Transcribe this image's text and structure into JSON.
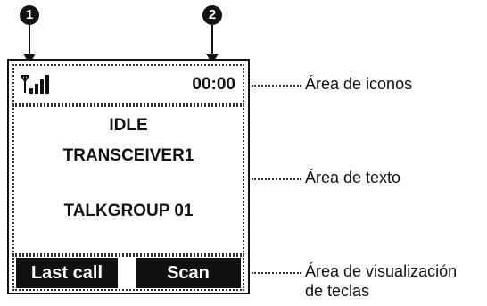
{
  "callouts": {
    "marker_1": "1",
    "marker_2": "2"
  },
  "screen": {
    "icon_area": {
      "signal_icon": "antenna-signal-bars-icon",
      "time": "00:00"
    },
    "text_area": {
      "line_1": "IDLE",
      "line_2": "TRANSCEIVER1",
      "line_3": "TALKGROUP 01"
    },
    "softkey_area": {
      "left_key": "Last call",
      "right_key": "Scan"
    }
  },
  "labels": {
    "icon_area": "Área de iconos",
    "text_area": "Área de texto",
    "softkey_area_line1": "Área de visualización",
    "softkey_area_line2": "de teclas"
  },
  "colors": {
    "ink": "#111111",
    "background": "#ffffff"
  }
}
